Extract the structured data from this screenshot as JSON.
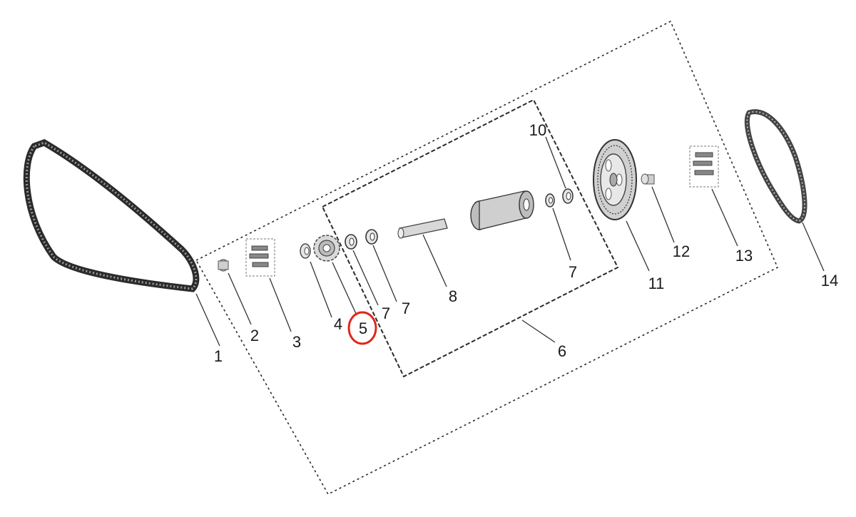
{
  "callouts": {
    "c1": "1",
    "c2": "2",
    "c3": "3",
    "c4": "4",
    "c5": "5",
    "c6": "6",
    "c7a": "7",
    "c7b": "7",
    "c7c": "7",
    "c8": "8",
    "c10": "10",
    "c11": "11",
    "c12": "12",
    "c13": "13",
    "c14": "14"
  },
  "highlighted_callout": "5",
  "colors": {
    "highlight": "#e0261b",
    "line": "#333333",
    "part": "#4a4a4a"
  }
}
